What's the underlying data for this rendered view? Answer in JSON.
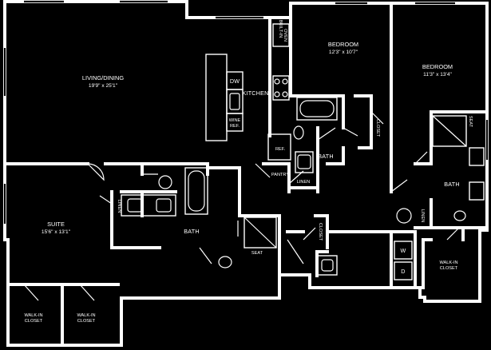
{
  "rooms": {
    "living": {
      "name": "LIVING/DINING",
      "dim": "19'9\" x 25'1\""
    },
    "bedroom1": {
      "name": "BEDROOM",
      "dim": "12'3\" x 10'7\""
    },
    "bedroom2": {
      "name": "BEDROOM",
      "dim": "11'3\" x 13'4\""
    },
    "suite": {
      "name": "SUITE",
      "dim": "15'6\" x 13'1\""
    },
    "kitchen": {
      "name": "KITCHEN"
    },
    "bath_main": {
      "name": "BATH"
    },
    "bath_center": {
      "name": "BATH"
    },
    "bath_right": {
      "name": "BATH"
    },
    "closet_center": {
      "name": "CLOSET"
    },
    "closet_mid": {
      "name": "CLOSET"
    },
    "pantry": {
      "name": "PANTRY"
    },
    "linen_center": {
      "name": "LINEN"
    },
    "linen_suite": {
      "name": "LINEN"
    },
    "linen_right": {
      "name": "LINEN"
    },
    "walkin_right": {
      "line1": "WALK-IN",
      "line2": "CLOSET"
    },
    "walkin_suite_a": {
      "line1": "WALK-IN",
      "line2": "CLOSET"
    },
    "walkin_suite_b": {
      "line1": "WALK-IN",
      "line2": "CLOSET"
    }
  },
  "fixtures": {
    "dw": "DW",
    "built_in_oven_1": "BUILT-IN",
    "built_in_oven_2": "OVEN",
    "wine_1": "WINE",
    "wine_2": "REF.",
    "ref": "REF.",
    "seat_center": "SEAT",
    "seat_right": "SEAT",
    "washer": "W",
    "dryer": "D"
  }
}
